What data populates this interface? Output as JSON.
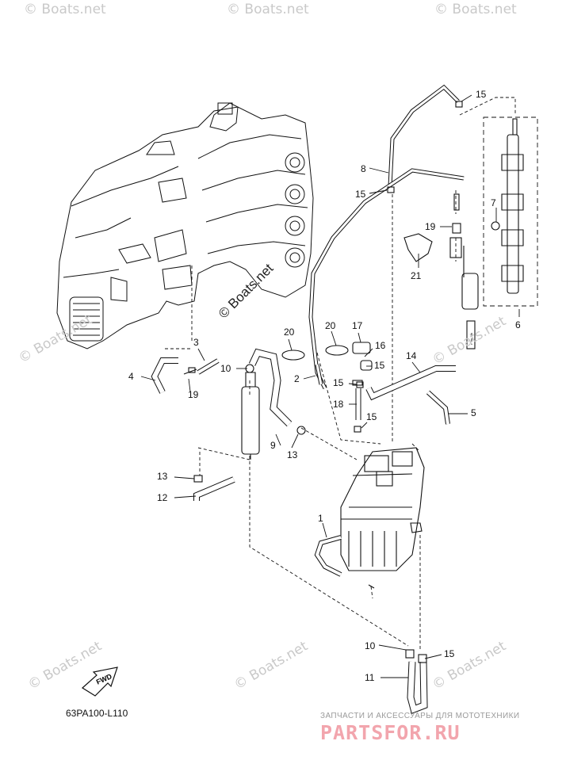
{
  "figure": {
    "code": "63PA100-L110",
    "fwd_label": "FWD",
    "watermark": "© Boats.net",
    "stamp": "© Boats.net",
    "promo_caption": "ЗАПЧАСТИ И АКСЕССУАРЫ ДЛЯ МОТОТЕХНИКИ",
    "promo_logo": "PARTSFOR.RU"
  },
  "callouts": [
    {
      "id": "c15a",
      "text": "15"
    },
    {
      "id": "c8",
      "text": "8"
    },
    {
      "id": "c15b",
      "text": "15"
    },
    {
      "id": "c7",
      "text": "7"
    },
    {
      "id": "c19a",
      "text": "19"
    },
    {
      "id": "c21",
      "text": "21"
    },
    {
      "id": "c6",
      "text": "6"
    },
    {
      "id": "c3",
      "text": "3"
    },
    {
      "id": "c4",
      "text": "4"
    },
    {
      "id": "c19b",
      "text": "19"
    },
    {
      "id": "c20a",
      "text": "20"
    },
    {
      "id": "c20b",
      "text": "20"
    },
    {
      "id": "c17",
      "text": "17"
    },
    {
      "id": "c16",
      "text": "16"
    },
    {
      "id": "c15c",
      "text": "15"
    },
    {
      "id": "c15d",
      "text": "15"
    },
    {
      "id": "c14",
      "text": "14"
    },
    {
      "id": "c10a",
      "text": "10"
    },
    {
      "id": "c2",
      "text": "2"
    },
    {
      "id": "c18",
      "text": "18"
    },
    {
      "id": "c15e",
      "text": "15"
    },
    {
      "id": "c5",
      "text": "5"
    },
    {
      "id": "c9",
      "text": "9"
    },
    {
      "id": "c13a",
      "text": "13"
    },
    {
      "id": "c13b",
      "text": "13"
    },
    {
      "id": "c12",
      "text": "12"
    },
    {
      "id": "c1",
      "text": "1"
    },
    {
      "id": "c10b",
      "text": "10"
    },
    {
      "id": "c15f",
      "text": "15"
    },
    {
      "id": "c11",
      "text": "11"
    }
  ]
}
